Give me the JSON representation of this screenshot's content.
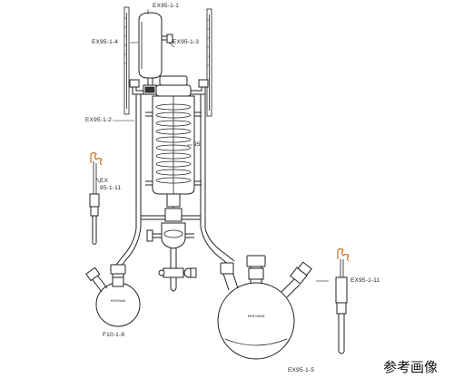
{
  "labels": {
    "l1": "EX95-1-1",
    "l4": "EX95-1-4",
    "l3": "EX95-1-3",
    "l2": "EX95-1-2",
    "l95": "95",
    "lex1": "EX",
    "lex2": "95-1-11",
    "lf10": "F10-1-8",
    "l5": "EX95-1-5",
    "l11": "EX95-1-11"
  },
  "note": "参考画像",
  "colors": {
    "line": "#222222",
    "heater_wire": "#c8731e"
  }
}
